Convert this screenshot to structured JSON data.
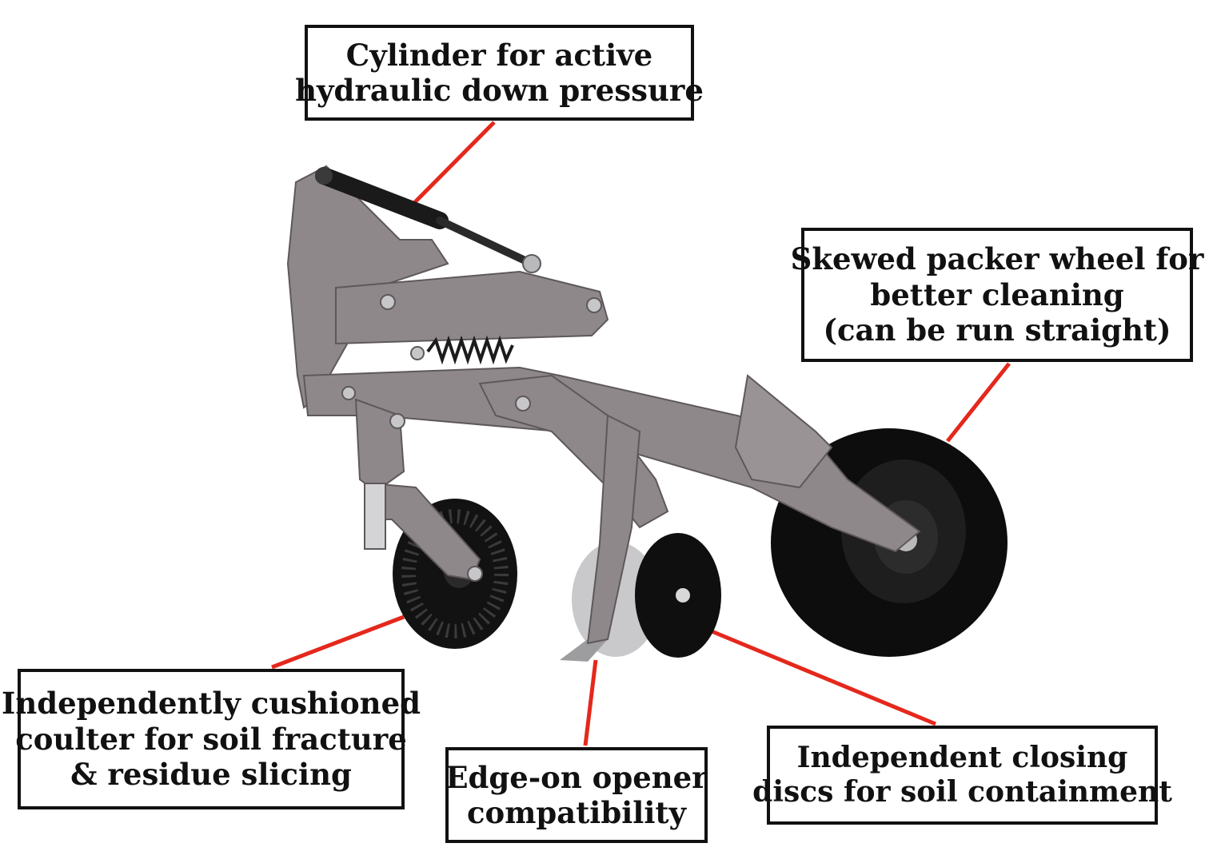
{
  "callouts": {
    "cylinder": {
      "lines": [
        "Cylinder for active",
        "hydraulic down pressure"
      ]
    },
    "packer": {
      "lines": [
        "Skewed packer wheel for",
        "better cleaning",
        "(can be run straight)"
      ]
    },
    "coulter": {
      "lines": [
        "Independently cushioned",
        "coulter for soil fracture",
        "& residue slicing"
      ]
    },
    "opener": {
      "lines": [
        "Edge-on opener",
        "compatibility"
      ]
    },
    "closing": {
      "lines": [
        "Independent closing",
        "discs for soil containment"
      ]
    }
  },
  "colors": {
    "leader": "#e5281c",
    "frame": "#8f888b",
    "frame_dark": "#5e585b",
    "rubber": "#0d0d0d",
    "steel": "#b9b9bb"
  }
}
